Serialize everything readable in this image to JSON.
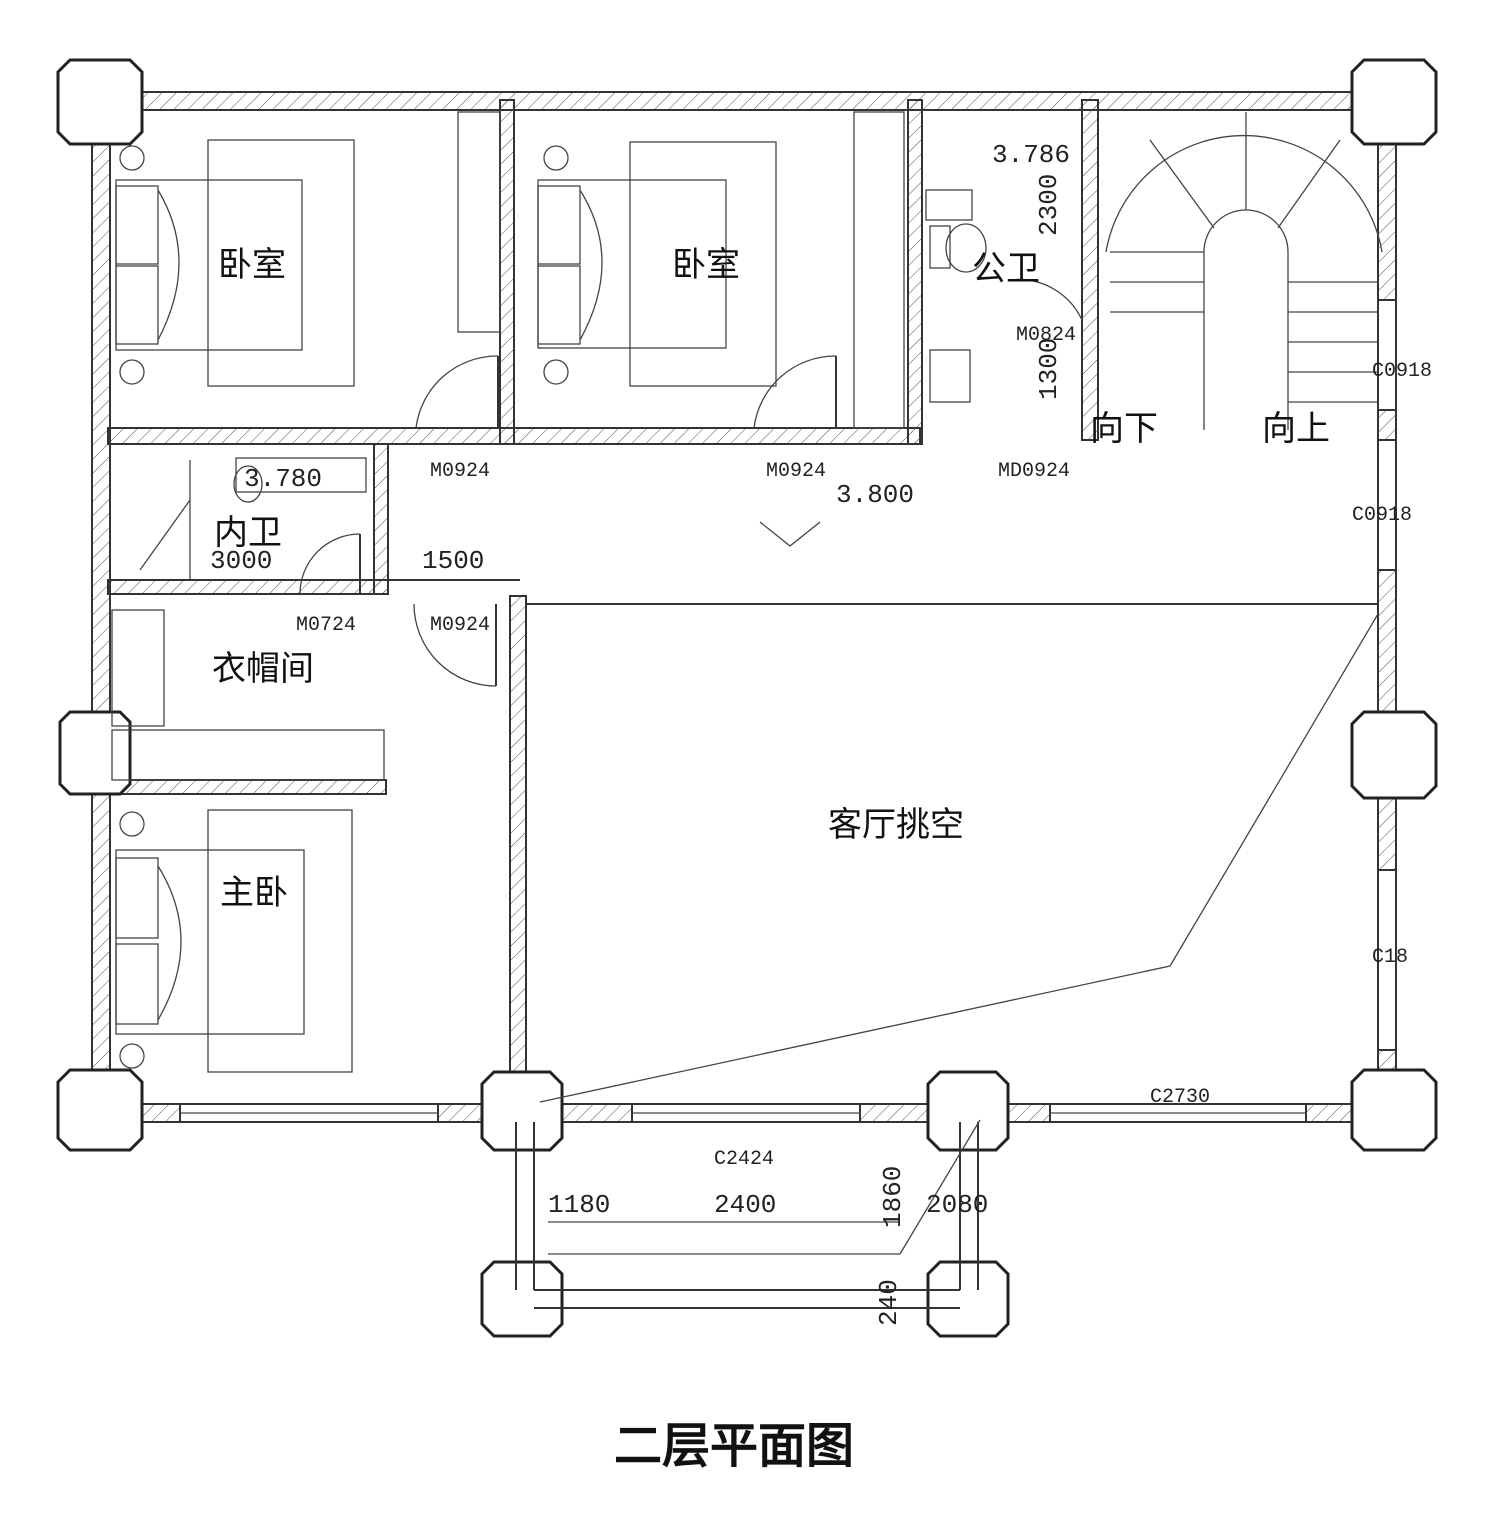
{
  "title": "二层平面图",
  "rooms": {
    "bedroom1": "卧室",
    "bedroom2": "卧室",
    "public_bath": "公卫",
    "inner_bath": "内卫",
    "cloakroom": "衣帽间",
    "master_bedroom": "主卧",
    "living_void": "客厅挑空"
  },
  "stairs": {
    "down": "向下",
    "up": "向上"
  },
  "dimensions": {
    "d3786": "3.786",
    "d2300": "2300",
    "d1300": "1300",
    "d3780": "3.780",
    "d3000": "3000",
    "d1500": "1500",
    "d3800": "3.800",
    "d1180": "1180",
    "d2400": "2400",
    "d1860": "1860",
    "d2080": "2080",
    "d240": "240"
  },
  "openings": {
    "m0924_a": "M0924",
    "m0924_b": "M0924",
    "m0924_c": "M0924",
    "md0924": "MD0924",
    "m0824": "M0824",
    "m0724": "M0724",
    "c0918_a": "C0918",
    "c0918_b": "C0918",
    "c18": "C18",
    "c2730": "C2730",
    "c2424": "C2424"
  }
}
